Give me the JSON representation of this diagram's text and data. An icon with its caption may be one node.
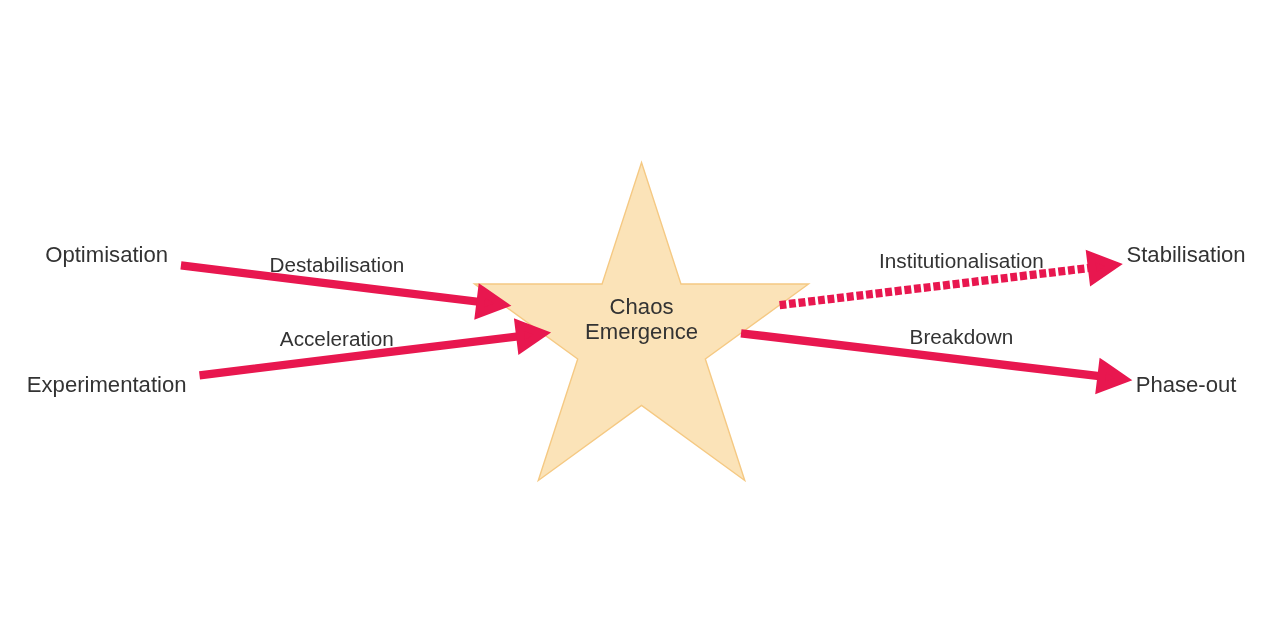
{
  "diagram": {
    "nodes": [
      {
        "text": [
          "Optimisation"
        ]
      },
      {
        "text": [
          "Experimentation"
        ]
      },
      {
        "text": [
          "Chaos",
          "Emergence"
        ]
      },
      {
        "text": [
          "Stabilisation"
        ]
      },
      {
        "text": [
          "Phase-out"
        ]
      }
    ],
    "edges": [
      {
        "from": 0,
        "to": 2,
        "arrow": "to",
        "label": "Destabilisation"
      },
      {
        "from": 1,
        "to": 2,
        "arrow": "to",
        "label": "Acceleration"
      },
      {
        "from": 2,
        "to": 3,
        "arrow": "to",
        "label": "Institutionalisation",
        "style": "dashed"
      },
      {
        "from": 2,
        "to": 4,
        "arrow": "to",
        "label": "Breakdown"
      }
    ]
  }
}
